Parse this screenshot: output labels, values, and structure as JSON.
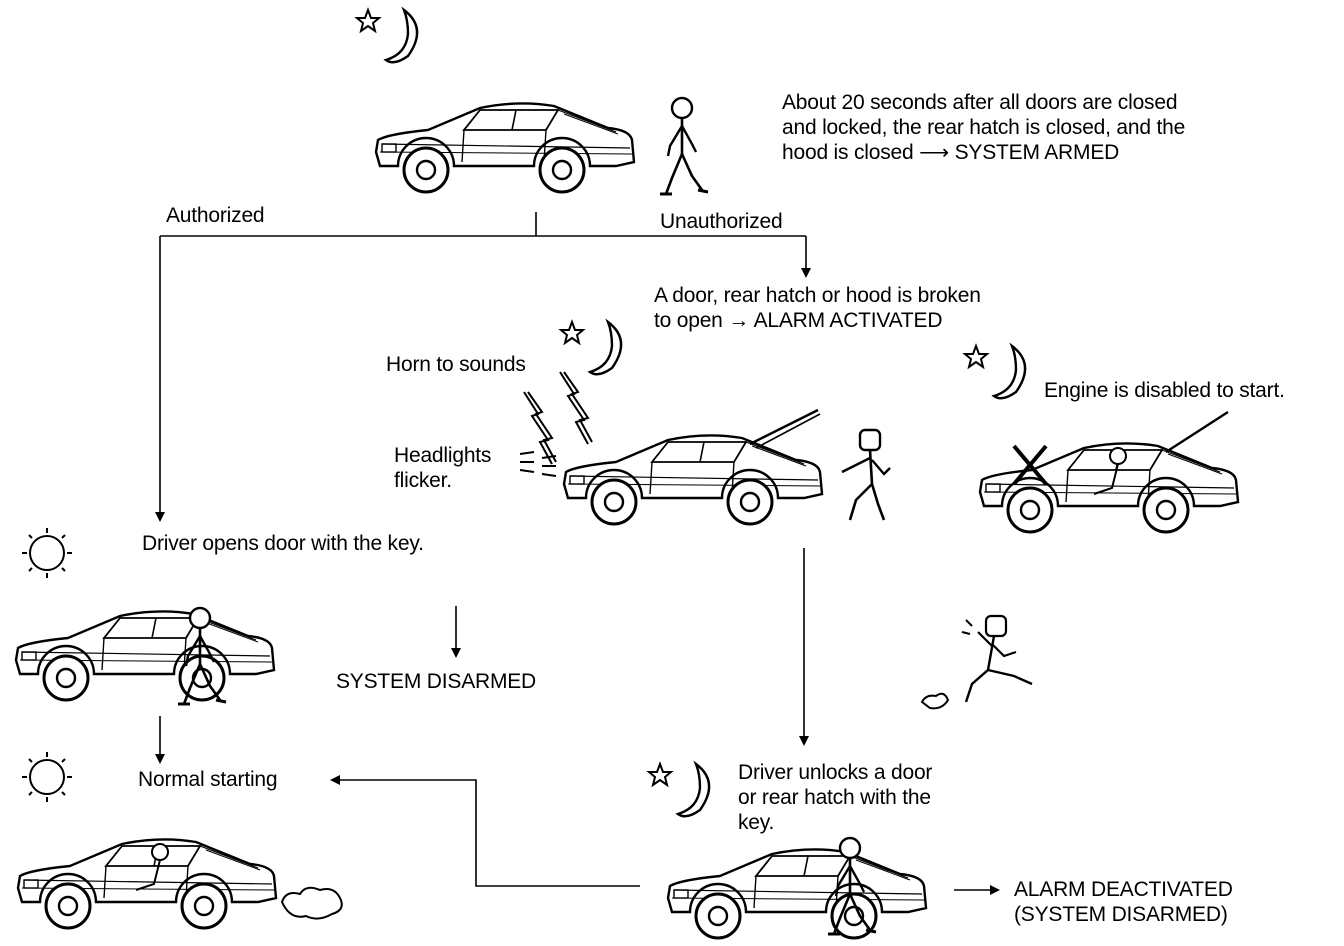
{
  "labels": {
    "armed_description": "About 20 seconds after all doors are closed\nand locked, the rear hatch is closed, and the\nhood is closed ⟶ SYSTEM ARMED",
    "authorized": "Authorized",
    "unauthorized": "Unauthorized",
    "alarm_activated": "A door, rear hatch or hood is broken\nto open → ALARM ACTIVATED",
    "horn": "Horn to sounds",
    "headlights": "Headlights\nflicker.",
    "engine_disabled": "Engine is disabled to start.",
    "driver_opens": "Driver opens door with the key.",
    "system_disarmed": "SYSTEM DISARMED",
    "normal_starting": "Normal starting",
    "driver_unlocks": "Driver unlocks a door\nor rear hatch with the\nkey.",
    "alarm_deactivated": "ALARM DEACTIVATED\n(SYSTEM DISARMED)"
  },
  "icons": {
    "night": "star-and-crescent-moon",
    "day": "sun",
    "disabled": "x-mark"
  },
  "colors": {
    "ink": "#000000",
    "background": "#ffffff"
  }
}
